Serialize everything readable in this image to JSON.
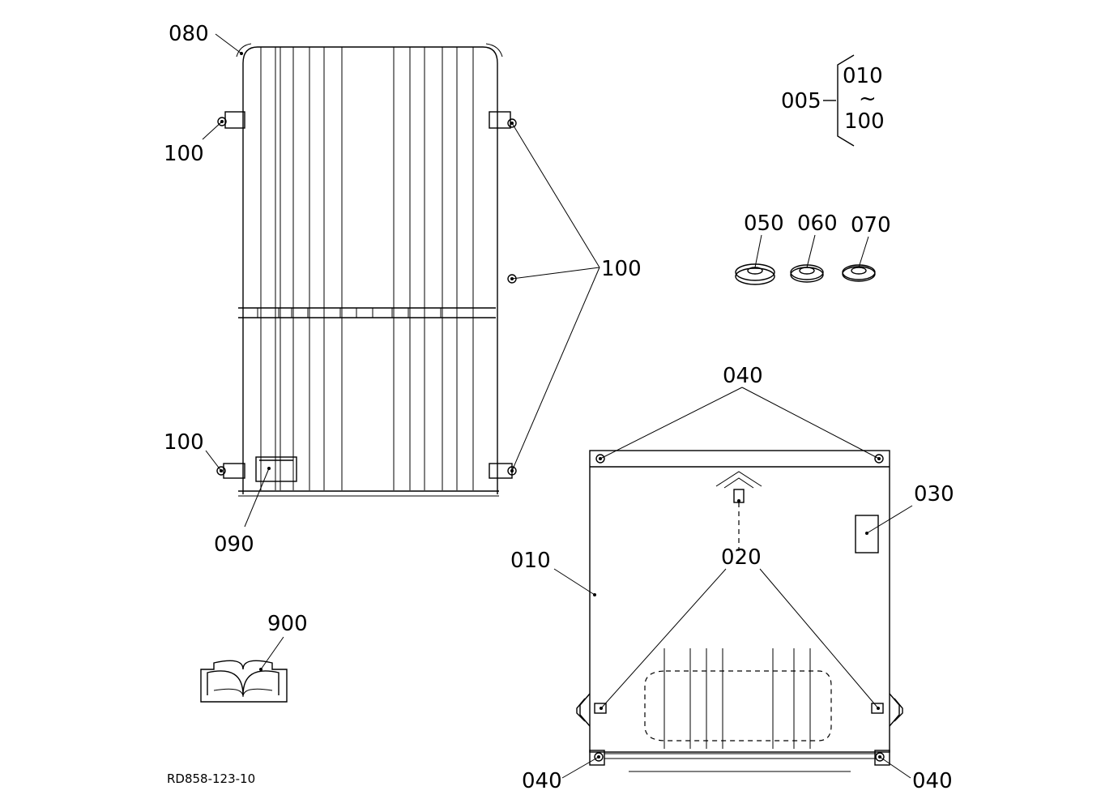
{
  "labels": {
    "l080": "080",
    "l100_tl": "100",
    "l100_right": "100",
    "l100_bl": "100",
    "l090": "090",
    "l005": "005",
    "l010_range": "010",
    "l_tilde": "~",
    "l100_range": "100",
    "l050": "050",
    "l060": "060",
    "l070": "070",
    "l040_top": "040",
    "l030": "030",
    "l010": "010",
    "l020": "020",
    "l900": "900",
    "l040_bl": "040",
    "l040_br": "040"
  },
  "drawing_ref": "RD858-123-10"
}
